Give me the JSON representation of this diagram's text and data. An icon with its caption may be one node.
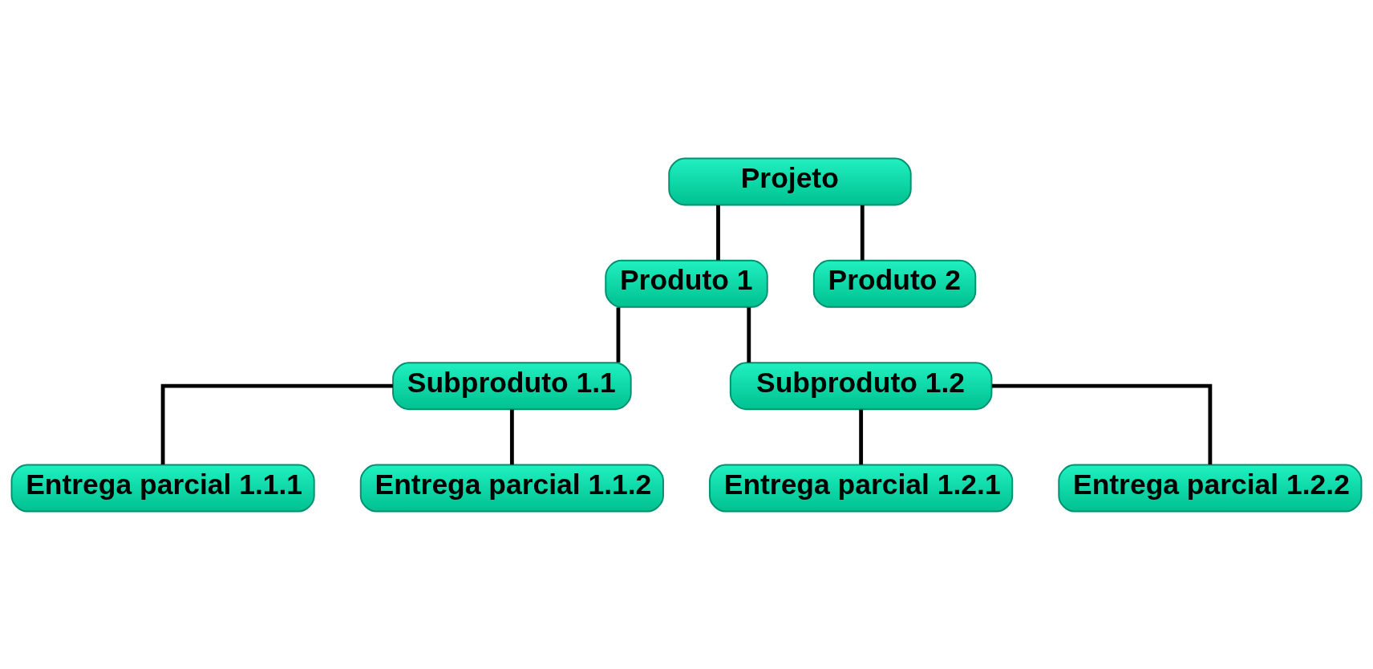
{
  "diagram": {
    "nodes": [
      {
        "text": [
          "Projeto"
        ]
      },
      {
        "text": [
          "Produto 1"
        ]
      },
      {
        "text": [
          "Produto 2"
        ]
      },
      {
        "text": [
          "Subproduto 1.1"
        ]
      },
      {
        "text": [
          "Subproduto 1.2"
        ]
      },
      {
        "text": [
          "Entrega parcial 1.1.1"
        ]
      },
      {
        "text": [
          "Entrega parcial 1.1.2"
        ]
      },
      {
        "text": [
          "Entrega parcial 1.2.1"
        ]
      },
      {
        "text": [
          "Entrega parcial 1.2.2"
        ]
      }
    ],
    "edges": [
      {
        "from": 0,
        "to": 1,
        "arrow": "none"
      },
      {
        "from": 0,
        "to": 2,
        "arrow": "none"
      },
      {
        "from": 1,
        "to": 3,
        "arrow": "none"
      },
      {
        "from": 1,
        "to": 4,
        "arrow": "none"
      },
      {
        "from": 3,
        "to": 5,
        "arrow": "none"
      },
      {
        "from": 3,
        "to": 6,
        "arrow": "none"
      },
      {
        "from": 4,
        "to": 7,
        "arrow": "none"
      },
      {
        "from": 4,
        "to": 8,
        "arrow": "none"
      }
    ]
  }
}
